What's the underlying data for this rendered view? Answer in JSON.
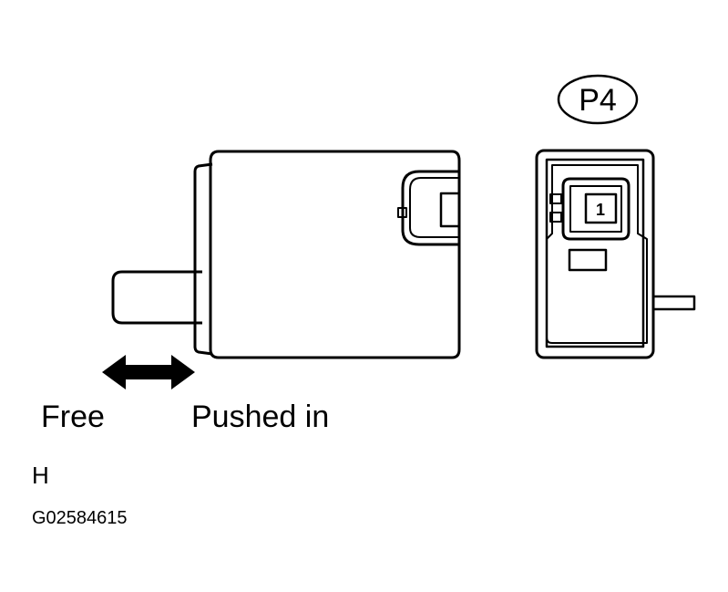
{
  "labels": {
    "free": "Free",
    "pushed_in": "Pushed in",
    "view_code": "H",
    "figure_id": "G02584615"
  },
  "connector": {
    "name": "P4",
    "pin_number": "1"
  },
  "colors": {
    "line": "#000000",
    "background": "#ffffff"
  },
  "icons": {
    "motion_arrow": "double-headed-arrow-icon"
  }
}
